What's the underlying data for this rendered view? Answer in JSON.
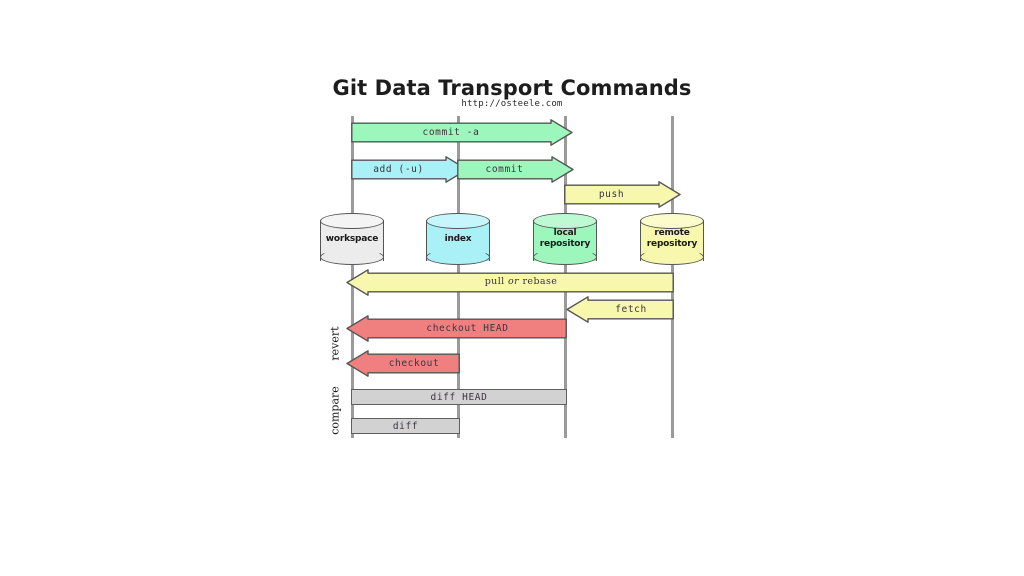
{
  "page": {
    "title": "Git Data Transport Commands",
    "subtitle": "http://osteele.com",
    "background": "#ffffff"
  },
  "palette": {
    "green": "#9df7bd",
    "cyan": "#a9f0f7",
    "yellow": "#f7f7ad",
    "red": "#f08080",
    "gray_node": "#ececec",
    "gray_bar": "#d2d2d2",
    "outline": "#555555",
    "lifeline": "#9a9a9a"
  },
  "nodes": [
    {
      "id": "workspace",
      "label_line1": "workspace",
      "label_line2": "",
      "color": "#ececec"
    },
    {
      "id": "index",
      "label_line1": "index",
      "label_line2": "",
      "color": "#a9f0f7"
    },
    {
      "id": "local-repository",
      "label_line1": "local",
      "label_line2": "repository",
      "color": "#9df7bd"
    },
    {
      "id": "remote-repository",
      "label_line1": "remote",
      "label_line2": "repository",
      "color": "#f7f7ad"
    }
  ],
  "arrows": [
    {
      "id": "commit-a",
      "label": "commit -a",
      "color": "#9df7bd",
      "direction": "right"
    },
    {
      "id": "add-u",
      "label": "add (-u)",
      "color": "#a9f0f7",
      "direction": "right"
    },
    {
      "id": "commit",
      "label": "commit",
      "color": "#9df7bd",
      "direction": "right"
    },
    {
      "id": "push",
      "label": "push",
      "color": "#f7f7ad",
      "direction": "right"
    },
    {
      "id": "pull-rebase",
      "label": "pull or rebase",
      "color": "#f7f7ad",
      "direction": "left"
    },
    {
      "id": "fetch",
      "label": "fetch",
      "color": "#f7f7ad",
      "direction": "left"
    },
    {
      "id": "checkout-head",
      "label": "checkout HEAD",
      "color": "#f08080",
      "direction": "left"
    },
    {
      "id": "checkout",
      "label": "checkout",
      "color": "#f08080",
      "direction": "left"
    }
  ],
  "pull_rebase_parts": {
    "pre": "pull ",
    "em": "or",
    "post": " rebase"
  },
  "bars": [
    {
      "id": "diff-head",
      "label": "diff HEAD",
      "color": "#d2d2d2"
    },
    {
      "id": "diff",
      "label": "diff",
      "color": "#d2d2d2"
    }
  ],
  "group_labels": [
    {
      "id": "revert",
      "label": "revert"
    },
    {
      "id": "compare",
      "label": "compare"
    }
  ]
}
